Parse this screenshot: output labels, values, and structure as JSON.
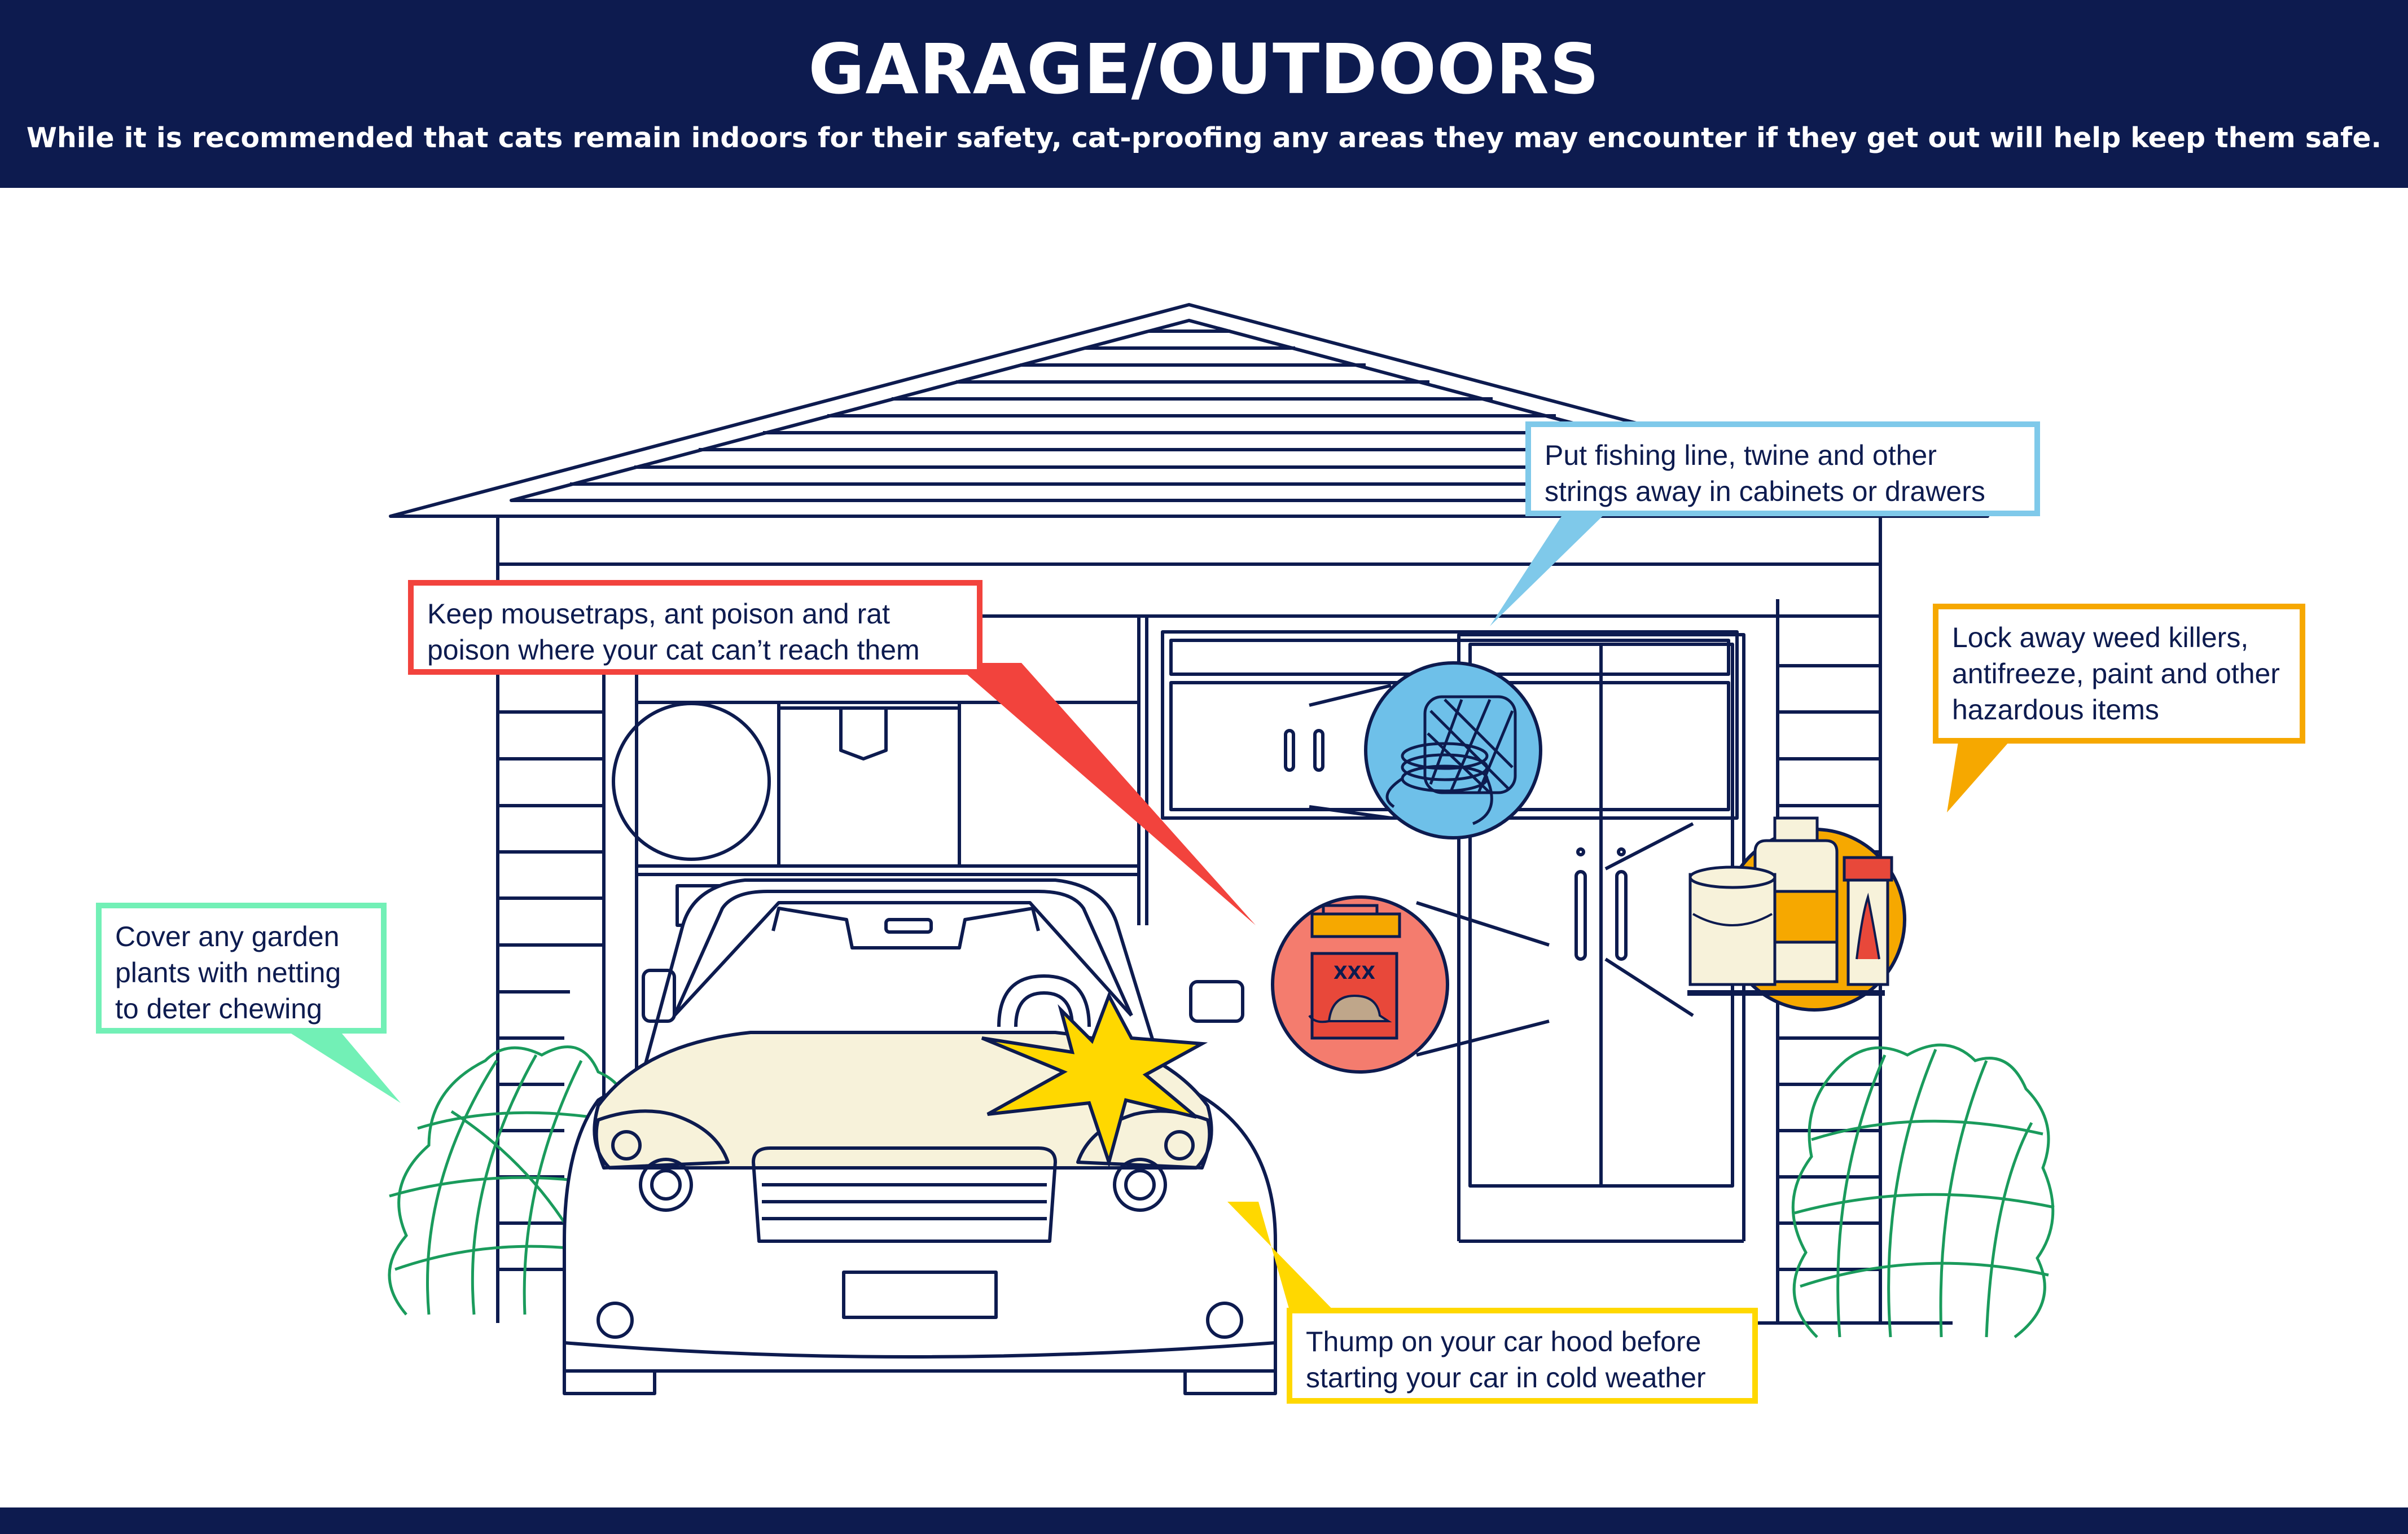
{
  "header": {
    "title": "GARAGE/OUTDOORS",
    "subtitle": "While it is recommended that cats remain indoors for their safety, cat-proofing any areas they may encounter if they get out will help keep them safe."
  },
  "colors": {
    "navy": "#0d1b4f",
    "red": "#f2433d",
    "blue": "#7fc9ea",
    "orange": "#f6a800",
    "green": "#72f0b6",
    "yellow": "#ffd800"
  },
  "callouts": {
    "fishing": {
      "text": "Put fishing line, twine and other strings away in cabinets or drawers"
    },
    "mousetraps": {
      "text": "Keep mousetraps, ant poison and rat poison where your cat can’t reach them"
    },
    "weed": {
      "text": "Lock away weed killers, antifreeze, paint and other hazardous items"
    },
    "plants": {
      "text": "Cover any garden plants with netting to deter chewing"
    },
    "hood": {
      "text": "Thump on your car hood before starting your car in cold weather"
    }
  },
  "icons": {
    "twine": "twine-spool-icon",
    "poison": "mousetrap-poison-icon",
    "chemicals": "chemical-containers-icon",
    "burst": "thump-burst-icon"
  },
  "poison_box_label": "XXX"
}
